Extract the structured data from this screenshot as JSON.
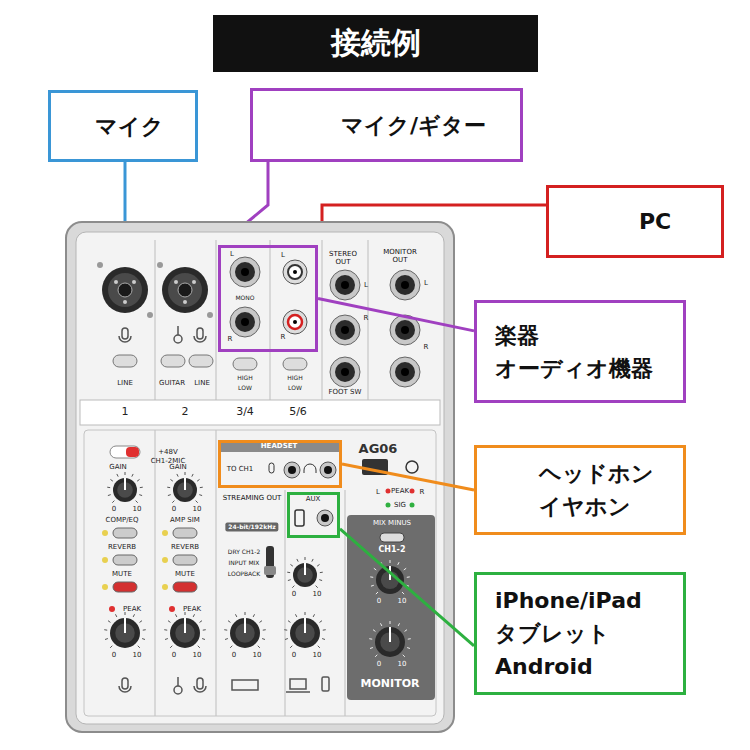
{
  "diagram": {
    "title": "接続例",
    "nodes": [
      {
        "text": [
          "マイク"
        ]
      },
      {
        "text": [
          "マイク/ギター"
        ]
      },
      {
        "text": [
          "PC"
        ]
      },
      {
        "text": [
          "楽器 オーディオ機器"
        ]
      },
      {
        "text": [
          "ヘッドホン イヤホン"
        ]
      },
      {
        "text": [
          "iPhone/iPad タブレット Android"
        ]
      },
      {
        "text": [
          "L",
          "MONO",
          "R",
          "L",
          "R"
        ]
      },
      {
        "text": [
          "HEADSET",
          "TO CH1"
        ]
      },
      {
        "text": [
          "AUX"
        ]
      }
    ],
    "edges": [
      {
        "from": 3,
        "to": 6,
        "arrow": "none"
      },
      {
        "from": 4,
        "to": 7,
        "arrow": "none"
      },
      {
        "from": 5,
        "to": 8,
        "arrow": "none"
      }
    ],
    "labels": [
      "1",
      "2",
      "3/4",
      "5/6",
      "LINE",
      "GUITAR",
      "LINE",
      "HIGH",
      "LOW",
      "HIGH",
      "LOW",
      "STEREO OUT",
      "MONITOR OUT",
      "L",
      "R",
      "L",
      "R",
      "FOOT SW",
      "+48V",
      "CH1-2MIC",
      "GAIN",
      "GAIN",
      "COMP/EQ",
      "AMP SIM",
      "REVERB",
      "REVERB",
      "MUTE",
      "MUTE",
      "PEAK",
      "PEAK",
      "AG06",
      "PEAK",
      "L",
      "R",
      "SIG",
      "STREAMING OUT",
      "24-bit/192kHz",
      "DRY CH1-2",
      "INPUT MIX",
      "LOOPBACK",
      "MIX MINUS",
      "CH1-2",
      "MONITOR",
      "0",
      "10",
      "0",
      "10",
      "0",
      "10",
      "0",
      "10",
      "0",
      "10",
      "0",
      "10",
      "0",
      "10",
      "0",
      "10",
      "0",
      "10"
    ]
  }
}
